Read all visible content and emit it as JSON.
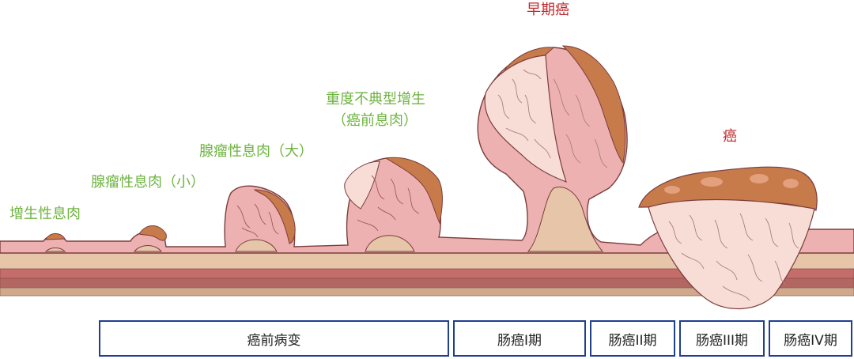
{
  "labels": {
    "hyperplastic": "增生性息肉",
    "adenoma_small": "腺瘤性息肉（小）",
    "adenoma_large": "腺瘤性息肉（大）",
    "dysplasia_line1": "重度不典型增生",
    "dysplasia_line2": "（癌前息肉）",
    "early_cancer": "早期癌",
    "cancer": "癌"
  },
  "stages": [
    {
      "label": "癌前病变"
    },
    {
      "label": "肠癌I期"
    },
    {
      "label": "肠癌II期"
    },
    {
      "label": "肠癌III期"
    },
    {
      "label": "肠癌IV期"
    }
  ],
  "colors": {
    "label_green": "#6db33f",
    "label_red": "#c0282d",
    "box_border": "#1f3f8f",
    "mucosa_pink": "#eeb1b2",
    "tumor_brown": "#c77a4a",
    "tumor_pale": "#f7ddd6",
    "wall_beige": "#e4c2a6",
    "wall_red": "#c26a68",
    "wall_dark": "#a4645f"
  }
}
